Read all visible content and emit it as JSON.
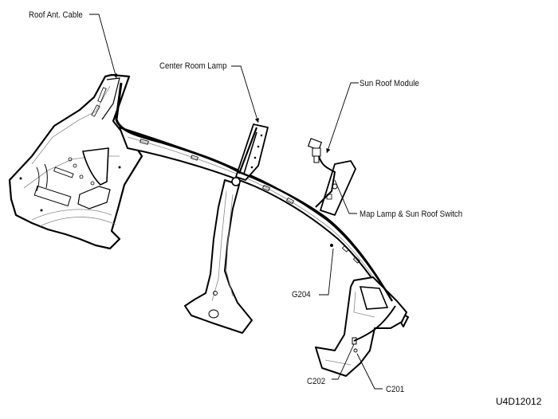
{
  "diagram": {
    "title": "Roof / Pillar Wiring Harness Routing",
    "drawing_id": "U4D12012",
    "colors": {
      "background": "#ffffff",
      "outline": "#000000",
      "detail": "#888888",
      "harness": "#000000",
      "text": "#111111"
    },
    "callouts": [
      {
        "id": "roof-ant-cable",
        "label": "Roof Ant. Cable"
      },
      {
        "id": "center-room-lamp",
        "label": "Center Room Lamp"
      },
      {
        "id": "sun-roof-module",
        "label": "Sun Roof Module"
      },
      {
        "id": "map-lamp-sun-roof-switch",
        "label": "Map Lamp & Sun Roof Switch"
      },
      {
        "id": "g204",
        "label": "G204"
      },
      {
        "id": "c202",
        "label": "C202"
      },
      {
        "id": "c201",
        "label": "C201"
      }
    ]
  }
}
